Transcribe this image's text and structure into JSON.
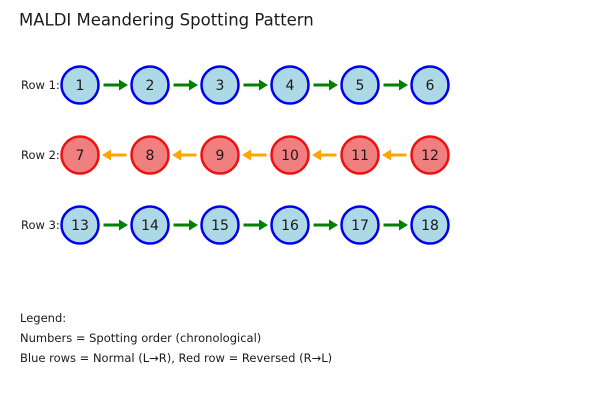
{
  "title": "MALDI Meandering Spotting Pattern",
  "colors": {
    "text": "#1a1a1a",
    "blue_fill": "#add8e6",
    "blue_border": "#0000ee",
    "red_fill": "#f08080",
    "red_border": "#ee1111",
    "arrow_right": "#008000",
    "arrow_left": "#ffa500"
  },
  "rows": [
    {
      "label": "Row 1:",
      "direction": "left-to-right",
      "spots": [
        "1",
        "2",
        "3",
        "4",
        "5",
        "6"
      ]
    },
    {
      "label": "Row 2:",
      "direction": "right-to-left",
      "spots": [
        "7",
        "8",
        "9",
        "10",
        "11",
        "12"
      ]
    },
    {
      "label": "Row 3:",
      "direction": "left-to-right",
      "spots": [
        "13",
        "14",
        "15",
        "16",
        "17",
        "18"
      ]
    }
  ],
  "legend": {
    "heading": "Legend:",
    "line1": "Numbers = Spotting order (chronological)",
    "line2": "Blue rows = Normal (L→R), Red row = Reversed (R→L)"
  },
  "chart_data": {
    "type": "scatter",
    "title": "MALDI Meandering Spotting Pattern",
    "description": "Serpentine (meandering) spotting order across 3 rows of 6 spots",
    "rows": [
      {
        "row": 1,
        "spot_order": [
          1,
          2,
          3,
          4,
          5,
          6
        ],
        "direction": "L-to-R",
        "color": "blue"
      },
      {
        "row": 2,
        "spot_order": [
          7,
          8,
          9,
          10,
          11,
          12
        ],
        "direction": "R-to-L",
        "color": "red"
      },
      {
        "row": 3,
        "spot_order": [
          13,
          14,
          15,
          16,
          17,
          18
        ],
        "direction": "L-to-R",
        "color": "blue"
      }
    ],
    "columns_per_row": 6,
    "legend_position": "bottom-left",
    "grid": false
  }
}
